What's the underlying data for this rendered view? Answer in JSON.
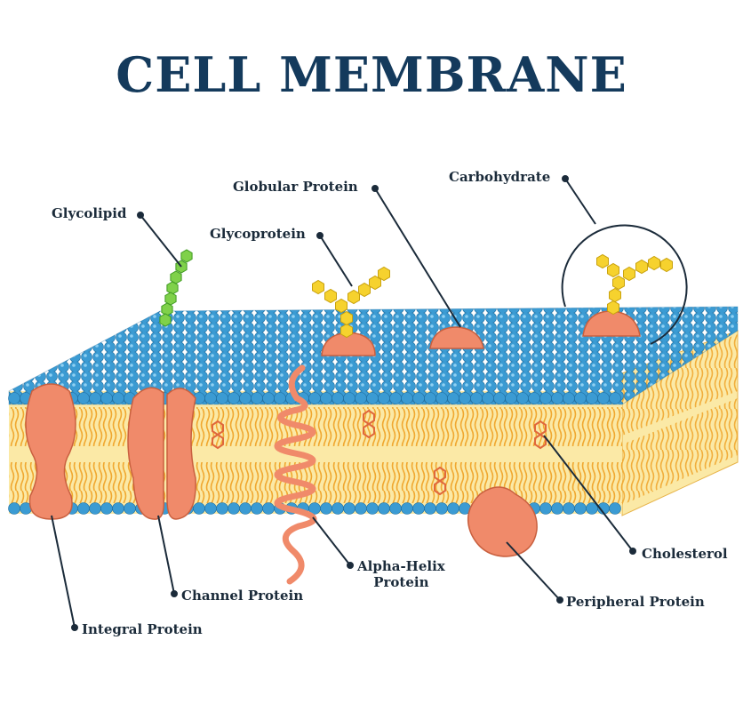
{
  "title": "CELL MEMBRANE",
  "labels": {
    "glycolipid": "Glycolipid",
    "globular_protein": "Globular Protein",
    "carbohydrate": "Carbohydrate",
    "glycoprotein": "Glycoprotein",
    "cholesterol": "Cholesterol",
    "alpha_helix_line1": "Alpha-Helix",
    "alpha_helix_line2": "Protein",
    "peripheral_protein": "Peripheral Protein",
    "channel_protein": "Channel Protein",
    "integral_protein": "Integral Protein"
  },
  "colors": {
    "title": "#143a5c",
    "phospholipid_head": "#3b9bd3",
    "lipid_tail": "#f0a830",
    "membrane_core": "#fbe9a6",
    "protein": "#f08a6a",
    "carbohydrate": "#f6d22e",
    "glycolipid_chain": "#7fd14a",
    "cholesterol": "#e0673c",
    "leader_line": "#1b2b3a"
  }
}
